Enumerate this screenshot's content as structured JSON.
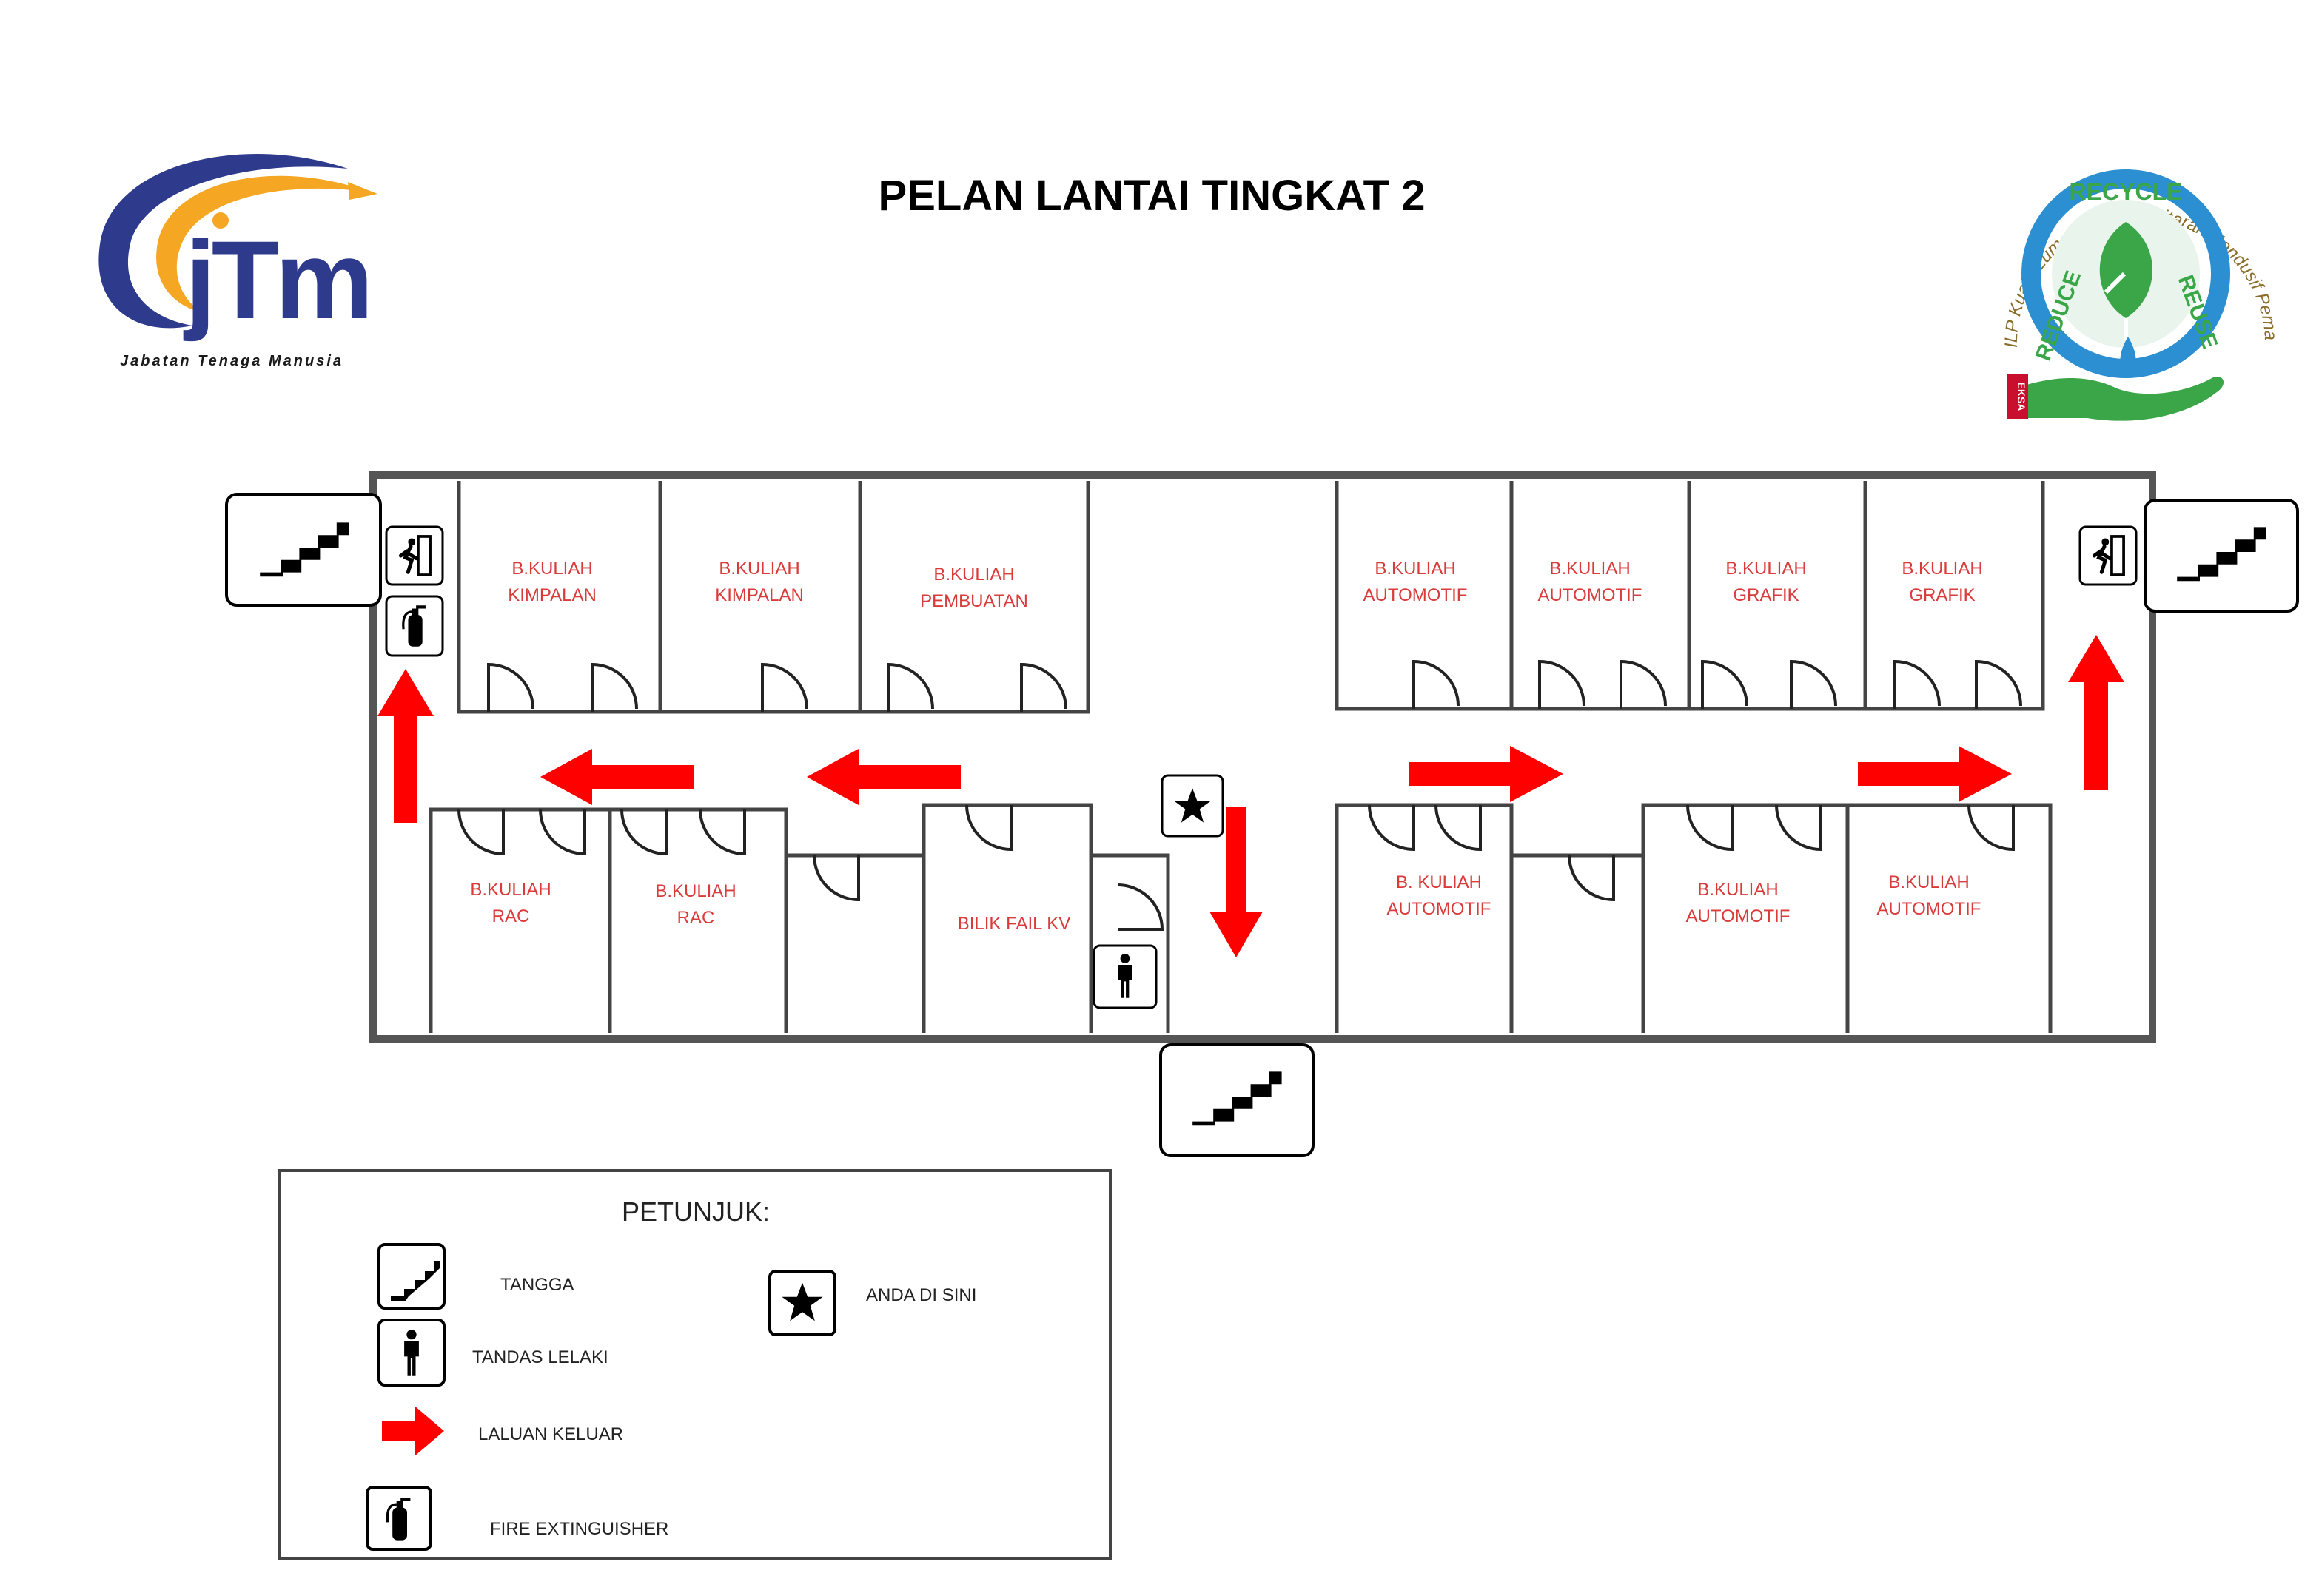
{
  "title": "PELAN LANTAI TINGKAT 2",
  "logo_left": {
    "brand": "jTm",
    "caption": "Jabatan Tenaga Manusia"
  },
  "logo_right": {
    "ring_text": "ILP Kuala Lumpur ® Persekitaran Kondusif Pemangkin Kecemerlangan Kemahiran",
    "recycle": "RECYCLE",
    "reduce": "REDUCE",
    "reuse": "REUSE",
    "side_mark": "EKSA"
  },
  "rooms": {
    "top1": [
      "B.KULIAH",
      "KIMPALAN"
    ],
    "top2": [
      "B.KULIAH",
      "KIMPALAN"
    ],
    "top3": [
      "B.KULIAH",
      "PEMBUATAN"
    ],
    "top4": [
      "B.KULIAH",
      "AUTOMOTIF"
    ],
    "top5": [
      "B.KULIAH",
      "AUTOMOTIF"
    ],
    "top6": [
      "B.KULIAH",
      "GRAFIK"
    ],
    "top7": [
      "B.KULIAH",
      "GRAFIK"
    ],
    "bot1": [
      "B.KULIAH",
      "RAC"
    ],
    "bot2": [
      "B.KULIAH",
      "RAC"
    ],
    "bot3": [
      "BILIK FAIL KV"
    ],
    "bot4": [
      "B. KULIAH",
      "AUTOMOTIF"
    ],
    "bot5": [
      "B.KULIAH",
      "AUTOMOTIF"
    ],
    "bot6": [
      "B.KULIAH",
      "AUTOMOTIF"
    ]
  },
  "legend": {
    "title": "PETUNJUK:",
    "stairs": "TANGGA",
    "toilet": "TANDAS LELAKI",
    "exit_route": "LALUAN KELUAR",
    "extinguisher": "FIRE EXTINGUISHER",
    "you_are_here": "ANDA DI SINI"
  },
  "colors": {
    "arrow": "#ff0000",
    "room_label": "#d93a3a",
    "wall": "#555555",
    "jtm_blue": "#2e3a8c",
    "jtm_orange": "#f5a623",
    "eco_green": "#3aa648",
    "eco_blue": "#2b8fd1"
  }
}
